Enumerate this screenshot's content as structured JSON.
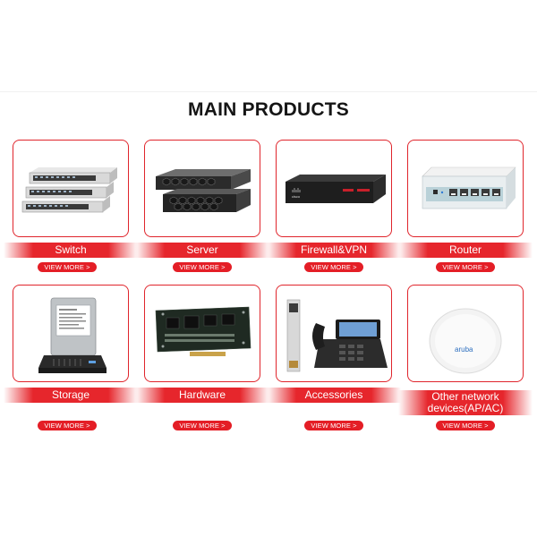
{
  "section_title": "MAIN PRODUCTS",
  "products": [
    {
      "name": "Switch",
      "button": "VIEW MORE >",
      "image": "network-switch-icon"
    },
    {
      "name": "Server",
      "button": "VIEW MORE >",
      "image": "rack-server-icon"
    },
    {
      "name": "Firewall&VPN",
      "button": "VIEW MORE >",
      "image": "firewall-appliance-icon",
      "logo_text": "cisco"
    },
    {
      "name": "Router",
      "button": "VIEW MORE >",
      "image": "router-icon"
    },
    {
      "name": "Storage",
      "button": "VIEW MORE >",
      "image": "hard-drive-icon"
    },
    {
      "name": "Hardware",
      "button": "VIEW MORE >",
      "image": "circuit-board-icon"
    },
    {
      "name": "Accessories",
      "button": "VIEW MORE >",
      "image": "ip-phone-icon"
    },
    {
      "name": "Other network devices(AP/AC)",
      "name_line1": "Other network",
      "name_line2": "devices(AP/AC)",
      "button": "VIEW MORE >",
      "image": "access-point-icon",
      "logo_text": "aruba"
    }
  ],
  "colors": {
    "accent": "#e41e26",
    "card_border": "#e0252c"
  }
}
